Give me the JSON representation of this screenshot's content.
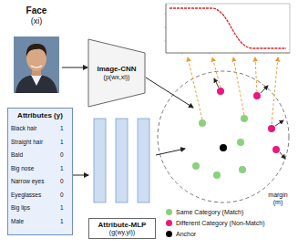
{
  "diagram": {
    "nodes": [
      {
        "text": [
          "Face",
          "(xi)"
        ]
      },
      {
        "text": [
          "Image-CNN",
          "(p(wx,xi))"
        ]
      },
      {
        "text": [
          "Attributes (y)"
        ]
      },
      {
        "text": [
          "Attribute-MLP",
          "(g(wy,yi))"
        ]
      }
    ],
    "edges": [
      {
        "from": 0,
        "to": 1,
        "arrow": "to"
      },
      {
        "from": 2,
        "to": 3,
        "arrow": "to"
      }
    ],
    "labels": [
      "Black hair",
      "1",
      "Straight hair",
      "1",
      "Bald",
      "0",
      "Big nose",
      "1",
      "Narrow eyes",
      "0",
      "Eyeglasses",
      "0",
      "Big lips",
      "1",
      "Male",
      "1",
      "margin (m)"
    ],
    "legend": [
      {
        "text": "Same Category (Match)",
        "color": "#8ccf7e"
      },
      {
        "text": "Different Category (Non-Match)",
        "color": "#e8197a"
      },
      {
        "text": "Anchor",
        "color": "#000000"
      }
    ]
  }
}
